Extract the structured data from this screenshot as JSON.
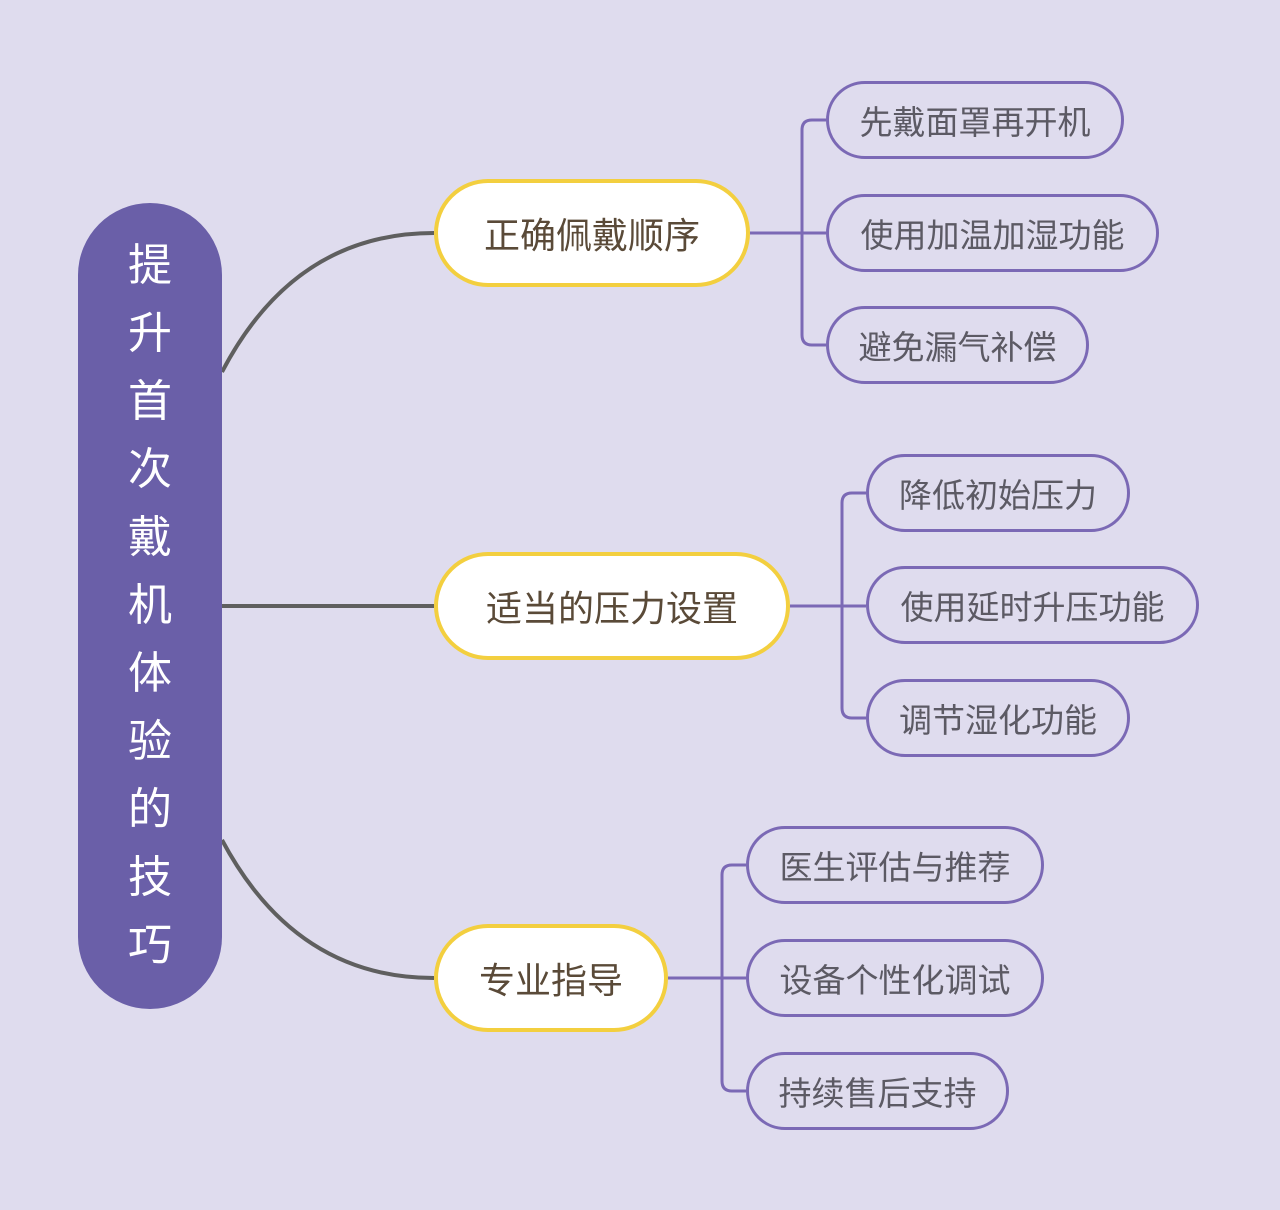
{
  "colors": {
    "background": "#dfdcee",
    "root_fill": "#6a5fa8",
    "branch_border": "#f3cf3f",
    "leaf_border": "#7b69b5",
    "trunk_line": "#5f5f5f",
    "leaf_line": "#7b69b5"
  },
  "root": {
    "chars": [
      "提",
      "升",
      "首",
      "次",
      "戴",
      "机",
      "体",
      "验",
      "的",
      "技",
      "巧"
    ]
  },
  "branches": [
    {
      "label": "正确佩戴顺序",
      "leaves": [
        "先戴面罩再开机",
        "使用加温加湿功能",
        "避免漏气补偿"
      ]
    },
    {
      "label": "适当的压力设置",
      "leaves": [
        "降低初始压力",
        "使用延时升压功能",
        "调节湿化功能"
      ]
    },
    {
      "label": "专业指导",
      "leaves": [
        "医生评估与推荐",
        "设备个性化调试",
        "持续售后支持"
      ]
    }
  ]
}
